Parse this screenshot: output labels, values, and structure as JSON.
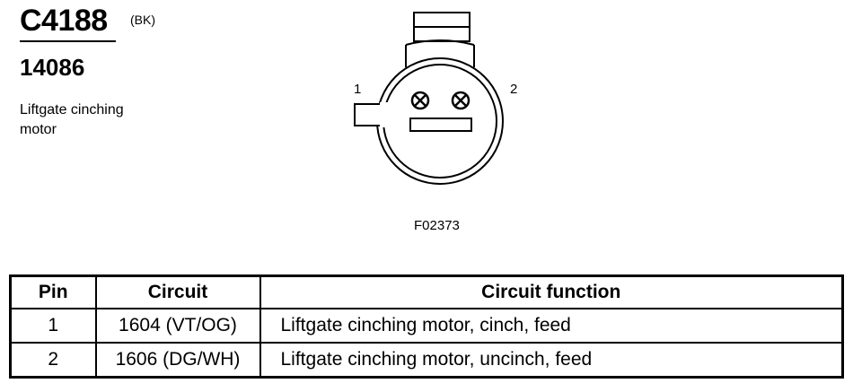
{
  "connector": {
    "id": "C4188",
    "color": "(BK)",
    "part_number": "14086",
    "description_lines": [
      "Liftgate cinching",
      "motor"
    ],
    "figure_id": "F02373",
    "pin_labels": [
      "1",
      "2"
    ]
  },
  "table": {
    "headers": [
      "Pin",
      "Circuit",
      "Circuit function"
    ],
    "rows": [
      {
        "pin": "1",
        "circuit": "1604 (VT/OG)",
        "function": "Liftgate cinching motor, cinch, feed"
      },
      {
        "pin": "2",
        "circuit": "1606 (DG/WH)",
        "function": "Liftgate cinching motor, uncinch, feed"
      }
    ]
  }
}
